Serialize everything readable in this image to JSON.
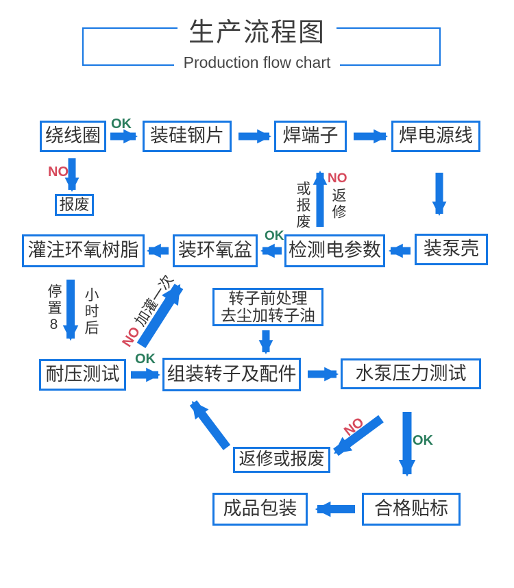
{
  "title": {
    "zh": "生产流程图",
    "en": "Production flow chart"
  },
  "nodes": {
    "wind_coil": "绕线圈",
    "mount_silicon_steel": "装硅钢片",
    "weld_terminal": "焊端子",
    "weld_power_cord": "焊电源线",
    "scrap": "报废",
    "pour_epoxy_resin": "灌注环氧树脂",
    "mount_epoxy_basin": "装环氧盆",
    "test_electric_params": "检测电参数",
    "mount_pump_shell": "装泵壳",
    "rotor_pretreat_line1": "转子前处理",
    "rotor_pretreat_line2": "去尘加转子油",
    "withstand_voltage_test": "耐压测试",
    "assemble_rotor_parts": "组装转子及配件",
    "pump_pressure_test": "水泵压力测试",
    "repair_or_scrap": "返修或报废",
    "product_packing": "成品包装",
    "qualified_labeling": "合格贴标"
  },
  "labels": {
    "ok": "OK",
    "no": "NO",
    "or_scrap": "或报废",
    "repair": "返修",
    "stand_8": "停置8",
    "hours_later": "小时后",
    "refill_once": "加灌一次"
  },
  "colors": {
    "arrow_blue": "#1677e3",
    "ok_green": "#2a7d5d",
    "no_red": "#d6495b",
    "text": "#333333"
  }
}
